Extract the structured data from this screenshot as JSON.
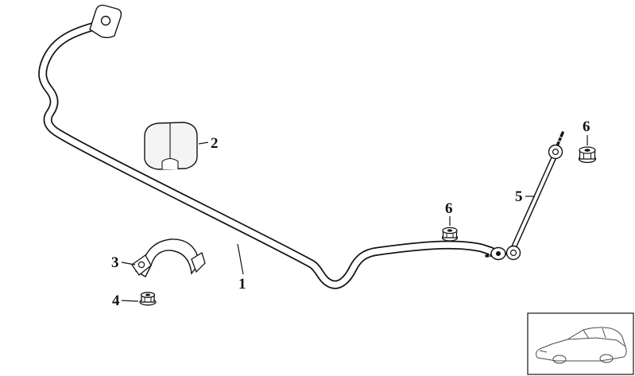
{
  "diagram": {
    "ink_color": "#141414",
    "background_color": "#ffffff",
    "callouts": [
      {
        "id": "1",
        "label": "1",
        "part": "stabilizer-bar"
      },
      {
        "id": "2",
        "label": "2",
        "part": "stabilizer-bushing"
      },
      {
        "id": "3",
        "label": "3",
        "part": "stabilizer-bracket"
      },
      {
        "id": "4",
        "label": "4",
        "part": "flange-nut"
      },
      {
        "id": "5",
        "label": "5",
        "part": "stabilizer-link"
      },
      {
        "id": "6-middle",
        "label": "6",
        "part": "hex-nut"
      },
      {
        "id": "6-top",
        "label": "6",
        "part": "hex-nut"
      }
    ]
  }
}
